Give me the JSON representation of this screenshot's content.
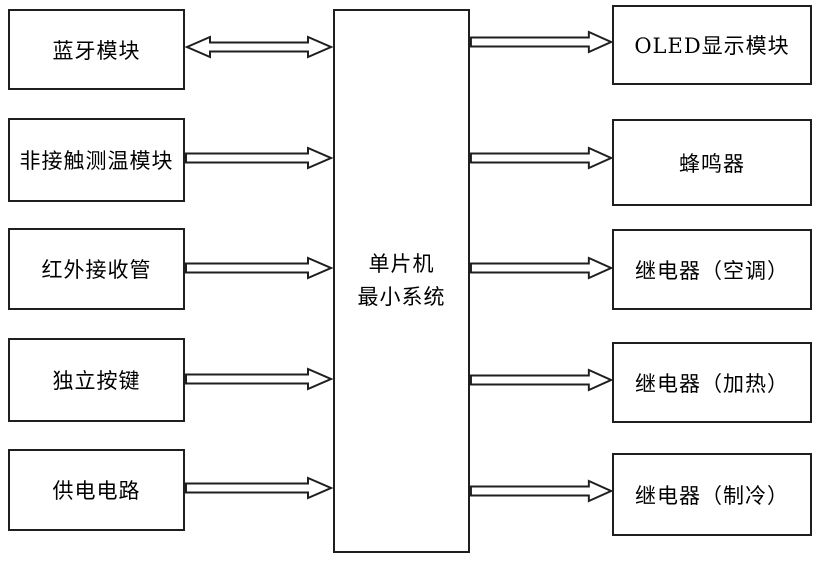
{
  "diagram": {
    "title": "MCU temperature-control system block diagram",
    "background_color": "#ffffff",
    "line_color": "#1f1f1f",
    "center_node": {
      "line1": "单片机",
      "line2": "最小系统"
    },
    "left_nodes": [
      {
        "label": "蓝牙模块",
        "arrow": "bidirectional"
      },
      {
        "label": "非接触测温模块",
        "arrow": "to-center"
      },
      {
        "label": "红外接收管",
        "arrow": "to-center"
      },
      {
        "label": "独立按键",
        "arrow": "to-center"
      },
      {
        "label": "供电电路",
        "arrow": "to-center"
      }
    ],
    "right_nodes": [
      {
        "label": "OLED显示模块",
        "arrow": "from-center"
      },
      {
        "label": "蜂鸣器",
        "arrow": "from-center"
      },
      {
        "label": "继电器（空调）",
        "arrow": "from-center"
      },
      {
        "label": "继电器（加热）",
        "arrow": "from-center"
      },
      {
        "label": "继电器（制冷）",
        "arrow": "from-center"
      }
    ],
    "connections": [
      {
        "from": "蓝牙模块",
        "to": "单片机最小系统",
        "direction": "both"
      },
      {
        "from": "非接触测温模块",
        "to": "单片机最小系统",
        "direction": "right"
      },
      {
        "from": "红外接收管",
        "to": "单片机最小系统",
        "direction": "right"
      },
      {
        "from": "独立按键",
        "to": "单片机最小系统",
        "direction": "right"
      },
      {
        "from": "供电电路",
        "to": "单片机最小系统",
        "direction": "right"
      },
      {
        "from": "单片机最小系统",
        "to": "OLED显示模块",
        "direction": "right"
      },
      {
        "from": "单片机最小系统",
        "to": "蜂鸣器",
        "direction": "right"
      },
      {
        "from": "单片机最小系统",
        "to": "继电器（空调）",
        "direction": "right"
      },
      {
        "from": "单片机最小系统",
        "to": "继电器（加热）",
        "direction": "right"
      },
      {
        "from": "单片机最小系统",
        "to": "继电器（制冷）",
        "direction": "right"
      }
    ]
  }
}
